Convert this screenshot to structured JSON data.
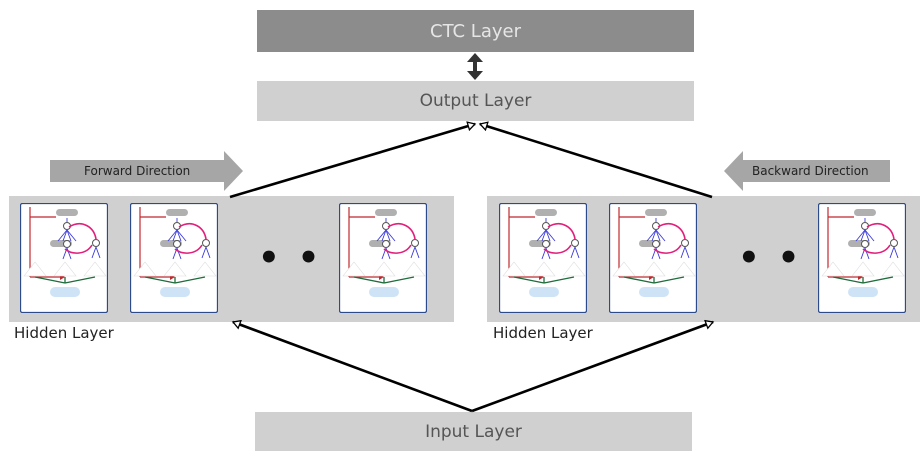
{
  "layers": {
    "ctc": "CTC Layer",
    "output": "Output Layer",
    "input": "Input Layer"
  },
  "hidden": {
    "left_label": "Hidden Layer",
    "right_label": "Hidden Layer"
  },
  "directions": {
    "forward": "Forward Direction",
    "backward": "Backward Direction"
  },
  "ellipsis": "• • •",
  "colors": {
    "ctc_box": "#8c8c8c",
    "layer_box": "#d0d0d0",
    "direction_arrow": "#a6a6a6",
    "cell_border": "#2c4b8c",
    "recurrent_red": "#c0282e",
    "gate_magenta": "#e0207a",
    "gate_blue": "#3b3bd9",
    "gate_green": "#1f6b3b",
    "cell_state": "#cfe3f7"
  }
}
